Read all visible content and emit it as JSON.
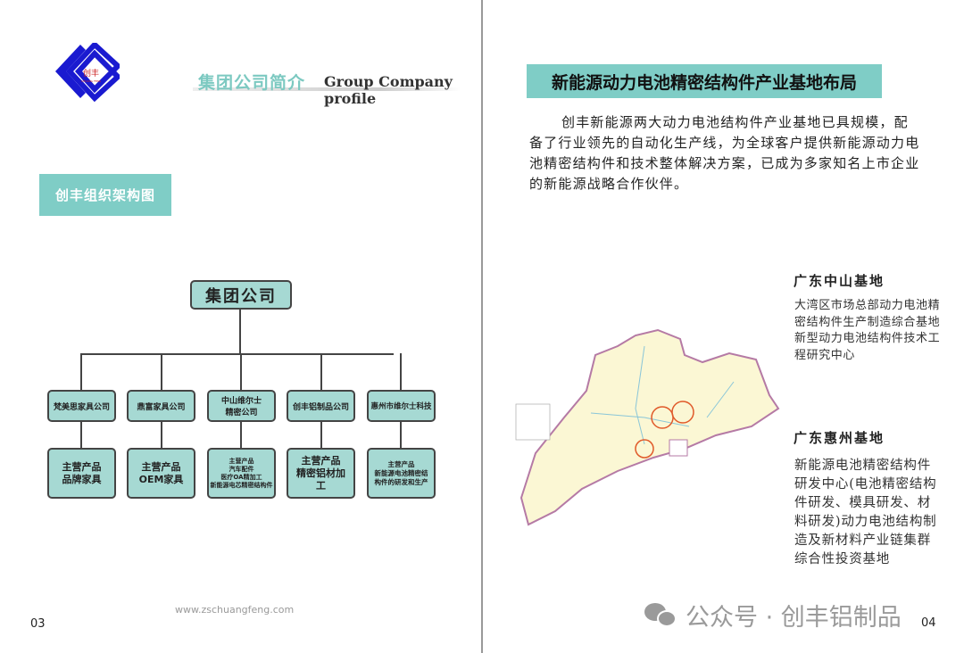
{
  "left_page": {
    "logo_text": "创丰",
    "logo_sub": "CHUANG FENG",
    "section_title_cn": "集团公司简介",
    "section_title_en": "Group Company profile",
    "tag": "创丰组织架构图",
    "org": {
      "root": "集团公司",
      "companies": [
        "梵美思家具公司",
        "鼎富家具公司",
        "中山维尔士精密公司",
        "创丰铝制品公司",
        "惠州市维尔士科技"
      ],
      "products": [
        "主营产品\n品牌家具",
        "主营产品\nOEM家具",
        "主营产品\n汽车配件\n医疗OA精加工\n新能源电芯精密结构件",
        "主营产品\n精密铝材加工",
        "主营产品\n新能源电池精密结构件的研发和生产"
      ]
    },
    "url": "www.zschuangfeng.com",
    "page_number": "03"
  },
  "right_page": {
    "title": "新能源动力电池精密结构件产业基地布局",
    "intro": "创丰新能源两大动力电池结构件产业基地已具规模，配备了行业领先的自动化生产线，为全球客户提供新能源动力电池精密结构件和技术整体解决方案，已成为多家知名上市企业的新能源战略合作伙伴。",
    "zhongshan": {
      "title": "广东中山基地",
      "text": "大湾区市场总部动力电池精密结构件生产制造综合基地新型动力电池结构件技术工程研究中心"
    },
    "huizhou": {
      "title": "广东惠州基地",
      "text": "新能源电池精密结构件研发中心(电池精密结构件研发、模具研发、材料研发)动力电池结构制造及新材料产业链集群综合性投资基地"
    },
    "watermark": "公众号 · 创丰铝制品",
    "page_number": "04"
  },
  "colors": {
    "teal": "#7fcdc6",
    "box": "#a6d9d3",
    "logo_blue": "#1a1ad0",
    "highlight": "#e05a2a"
  }
}
